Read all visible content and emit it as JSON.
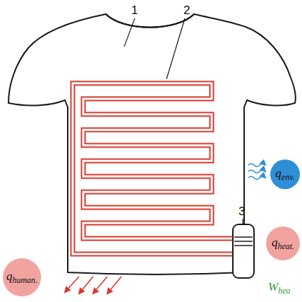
{
  "diagram": {
    "nodes": [
      {
        "text": [
          "qenv."
        ]
      },
      {
        "text": [
          "qheat."
        ]
      },
      {
        "text": [
          "qhuman."
        ]
      }
    ],
    "labels": [
      "1",
      "2",
      "3",
      "Whea"
    ]
  }
}
